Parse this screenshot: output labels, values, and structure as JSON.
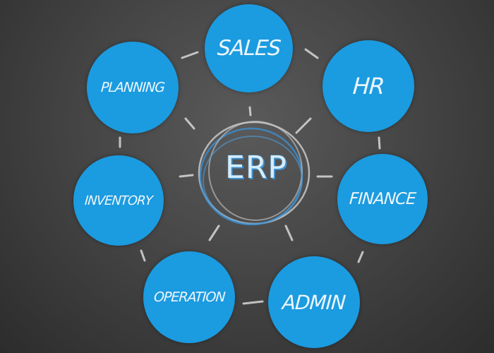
{
  "diagram": {
    "center": {
      "label": "ERP"
    },
    "modules": [
      {
        "id": "sales",
        "label": "SALES"
      },
      {
        "id": "hr",
        "label": "HR"
      },
      {
        "id": "finance",
        "label": "FINANCE"
      },
      {
        "id": "admin",
        "label": "ADMIN"
      },
      {
        "id": "operation",
        "label": "OPERATION"
      },
      {
        "id": "inventory",
        "label": "INVENTORY"
      },
      {
        "id": "planning",
        "label": "PLANNING"
      }
    ],
    "colors": {
      "node_fill": "#1b9be0",
      "chalk": "#d9d9d9",
      "background": "#474747"
    }
  }
}
